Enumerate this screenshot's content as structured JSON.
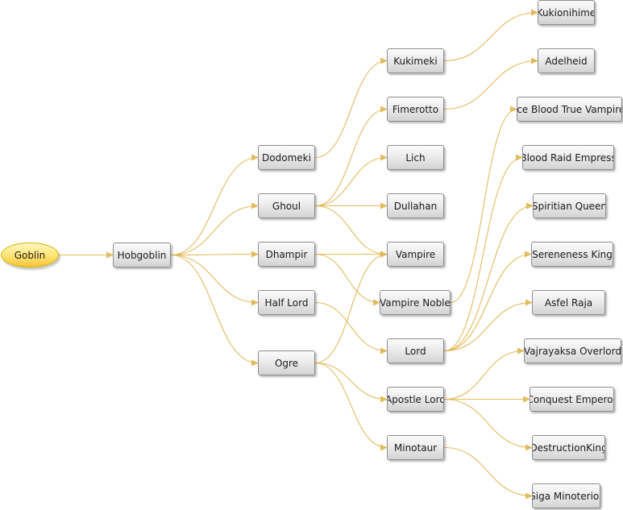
{
  "colors": {
    "edge": "#e2bb5c",
    "node_border": "#8e8e8e",
    "root_fill": "#ffe372"
  },
  "nodes": {
    "goblin": "Goblin",
    "hobgoblin": "Hobgoblin",
    "dodomeki": "Dodomeki",
    "ghoul": "Ghoul",
    "dhampir": "Dhampir",
    "half_lord": "Half Lord",
    "ogre": "Ogre",
    "kukimeki": "Kukimeki",
    "fimerotto": "Fimerotto",
    "lich": "Lich",
    "dullahan": "Dullahan",
    "vampire": "Vampire",
    "vampire_noble": "Vampire Noble",
    "lord": "Lord",
    "apostle_lord": "Apostle Lord",
    "minotaur": "Minotaur",
    "kukionihime": "Kukionihime",
    "adelheid": "Adelheid",
    "ice_blood_true_vampire": "Ice Blood True Vampire",
    "blood_raid_empress": "Blood Raid Empress",
    "spiritian_queen": "Spiritian Queen",
    "sereneness_king": "Sereneness King",
    "asfel_raja": "Asfel Raja",
    "vajrayaksa_overlord": "Vajrayaksa Overlord",
    "conquest_emperor": "Conquest Emperor",
    "destruction_king": "DestructionKing",
    "giga_minoterios": "Giga Minoterios"
  },
  "edges": [
    [
      "goblin",
      "hobgoblin"
    ],
    [
      "hobgoblin",
      "dodomeki"
    ],
    [
      "hobgoblin",
      "ghoul"
    ],
    [
      "hobgoblin",
      "dhampir"
    ],
    [
      "hobgoblin",
      "half_lord"
    ],
    [
      "hobgoblin",
      "ogre"
    ],
    [
      "dodomeki",
      "kukimeki"
    ],
    [
      "ghoul",
      "fimerotto"
    ],
    [
      "ghoul",
      "lich"
    ],
    [
      "ghoul",
      "dullahan"
    ],
    [
      "ghoul",
      "vampire"
    ],
    [
      "dhampir",
      "vampire"
    ],
    [
      "dhampir",
      "vampire_noble"
    ],
    [
      "half_lord",
      "lord"
    ],
    [
      "ogre",
      "vampire"
    ],
    [
      "ogre",
      "apostle_lord"
    ],
    [
      "ogre",
      "minotaur"
    ],
    [
      "kukimeki",
      "kukionihime"
    ],
    [
      "fimerotto",
      "adelheid"
    ],
    [
      "vampire_noble",
      "ice_blood_true_vampire"
    ],
    [
      "lord",
      "blood_raid_empress"
    ],
    [
      "lord",
      "spiritian_queen"
    ],
    [
      "lord",
      "sereneness_king"
    ],
    [
      "lord",
      "asfel_raja"
    ],
    [
      "apostle_lord",
      "vajrayaksa_overlord"
    ],
    [
      "apostle_lord",
      "conquest_emperor"
    ],
    [
      "apostle_lord",
      "destruction_king"
    ],
    [
      "minotaur",
      "giga_minoterios"
    ]
  ]
}
